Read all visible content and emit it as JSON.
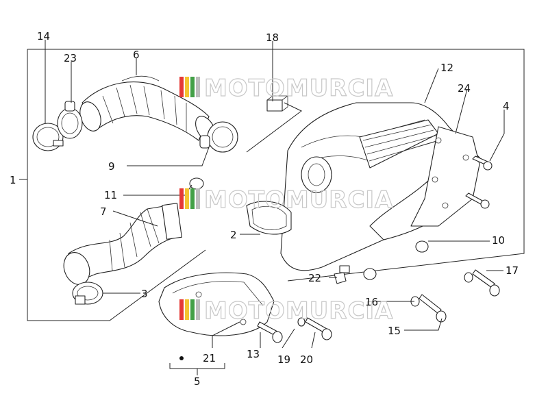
{
  "watermark": {
    "text": "MOTOMURCIA",
    "colors": [
      "#e53935",
      "#f4c430",
      "#43a047",
      "#bdbdbd"
    ]
  },
  "diagram": {
    "labels": [
      {
        "id": "14",
        "text": "14"
      },
      {
        "id": "23",
        "text": "23"
      },
      {
        "id": "6",
        "text": "6"
      },
      {
        "id": "18",
        "text": "18"
      },
      {
        "id": "12",
        "text": "12"
      },
      {
        "id": "24",
        "text": "24"
      },
      {
        "id": "4",
        "text": "4"
      },
      {
        "id": "1",
        "text": "1"
      },
      {
        "id": "9",
        "text": "9"
      },
      {
        "id": "11",
        "text": "11"
      },
      {
        "id": "7",
        "text": "7"
      },
      {
        "id": "2",
        "text": "2"
      },
      {
        "id": "10",
        "text": "10"
      },
      {
        "id": "17",
        "text": "17"
      },
      {
        "id": "22",
        "text": "22"
      },
      {
        "id": "3",
        "text": "3"
      },
      {
        "id": "16",
        "text": "16"
      },
      {
        "id": "15",
        "text": "15"
      },
      {
        "id": "13",
        "text": "13"
      },
      {
        "id": "19",
        "text": "19"
      },
      {
        "id": "20",
        "text": "20"
      },
      {
        "id": "21",
        "text": "21"
      },
      {
        "id": "5",
        "text": "5"
      }
    ]
  }
}
